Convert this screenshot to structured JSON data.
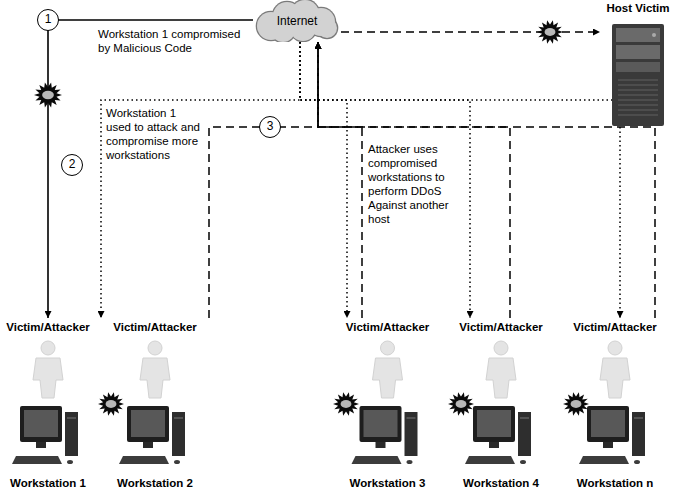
{
  "diagram": {
    "nodes": [
      {
        "text": [
          "Internet"
        ]
      },
      {
        "text": [
          "Host Victim"
        ]
      },
      {
        "text": [
          "Victim/Attacker",
          "Workstation 1"
        ]
      },
      {
        "text": [
          "Victim/Attacker",
          "Workstation 2"
        ]
      },
      {
        "text": [
          "Victim/Attacker",
          "Workstation 3"
        ]
      },
      {
        "text": [
          "Victim/Attacker",
          "Workstation 4"
        ]
      },
      {
        "text": [
          "Victim/Attacker",
          "Workstation n"
        ]
      }
    ],
    "edges": [
      {
        "from": 0,
        "to": 2,
        "arrow": "to"
      },
      {
        "from": 0,
        "to": 3,
        "arrow": "to"
      },
      {
        "from": 0,
        "to": 4,
        "arrow": "to"
      },
      {
        "from": 0,
        "to": 5,
        "arrow": "to"
      },
      {
        "from": 0,
        "to": 6,
        "arrow": "to"
      },
      {
        "from": 3,
        "to": 0,
        "arrow": "to"
      },
      {
        "from": 4,
        "to": 0,
        "arrow": "to"
      },
      {
        "from": 5,
        "to": 0,
        "arrow": "to"
      },
      {
        "from": 6,
        "to": 0,
        "arrow": "to"
      },
      {
        "from": 0,
        "to": 1,
        "arrow": "to"
      }
    ],
    "labels": [
      "1",
      "Workstation 1 compromised by Malicious Code",
      "2",
      "Workstation 1 used to attack and compromise more workstations",
      "3",
      "Attacker uses compromised workstations to perform DDoS Against another host"
    ]
  }
}
